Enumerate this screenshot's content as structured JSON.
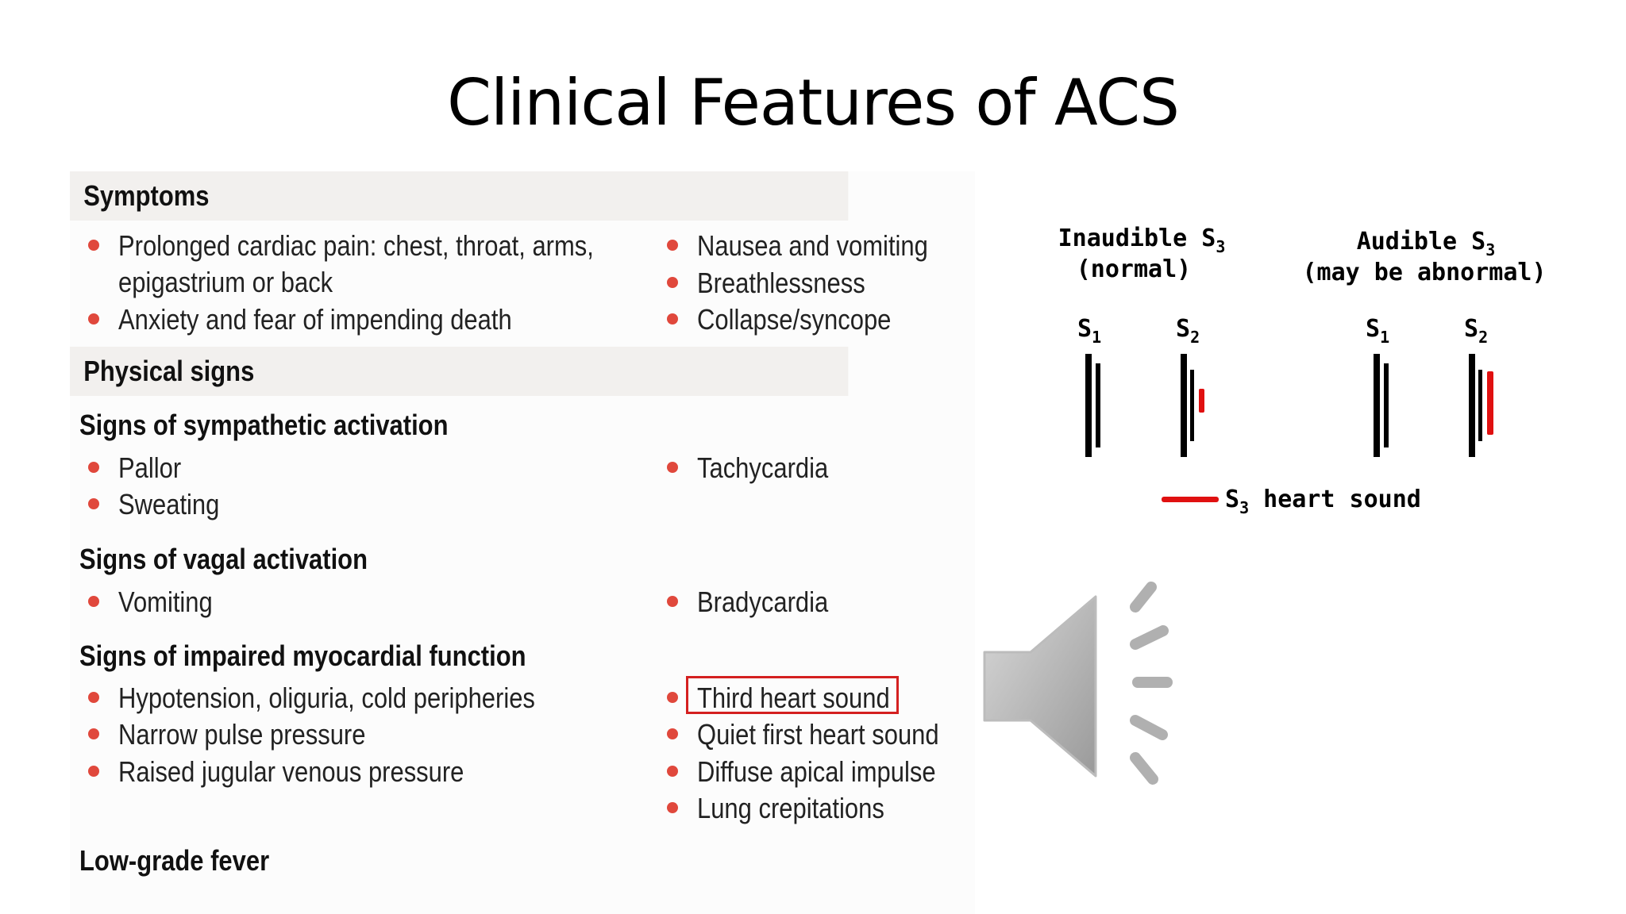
{
  "title": "Clinical Features of ACS",
  "symptoms": {
    "heading": "Symptoms",
    "left": [
      "Prolonged cardiac pain: chest, throat, arms,",
      "epigastrium or back",
      "Anxiety and fear of impending death"
    ],
    "right": [
      "Nausea and vomiting",
      "Breathlessness",
      "Collapse/syncope"
    ]
  },
  "physical": {
    "heading": "Physical signs",
    "sympathetic": {
      "heading": "Signs of sympathetic activation",
      "left": [
        "Pallor",
        "Sweating"
      ],
      "right": [
        "Tachycardia"
      ]
    },
    "vagal": {
      "heading": "Signs of vagal activation",
      "left": [
        "Vomiting"
      ],
      "right": [
        "Bradycardia"
      ]
    },
    "myocardial": {
      "heading": "Signs of impaired myocardial function",
      "left": [
        "Hypotension, oliguria, cold peripheries",
        "Narrow pulse pressure",
        "Raised jugular venous pressure"
      ],
      "right": [
        "Third heart sound",
        "Quiet first heart sound",
        "Diffuse apical impulse",
        "Lung crepitations"
      ]
    },
    "fever": "Low-grade fever"
  },
  "diagram": {
    "inaudible_title": "Inaudible S",
    "inaudible_sub": "3",
    "inaudible_note": "(normal)",
    "audible_title": "Audible S",
    "audible_sub": "3",
    "audible_note": "(may be abnormal)",
    "s1": "S",
    "s1_sub": "1",
    "s2": "S",
    "s2_sub": "2",
    "legend_s": "S",
    "legend_sub": "3",
    "legend_text": " heart sound",
    "s3_color": "#e01010"
  },
  "colors": {
    "bullet": "#e0483c",
    "section_bg": "#f2f0ee",
    "highlight": "#d42020"
  },
  "icons": {
    "speaker": "speaker-volume-icon"
  }
}
